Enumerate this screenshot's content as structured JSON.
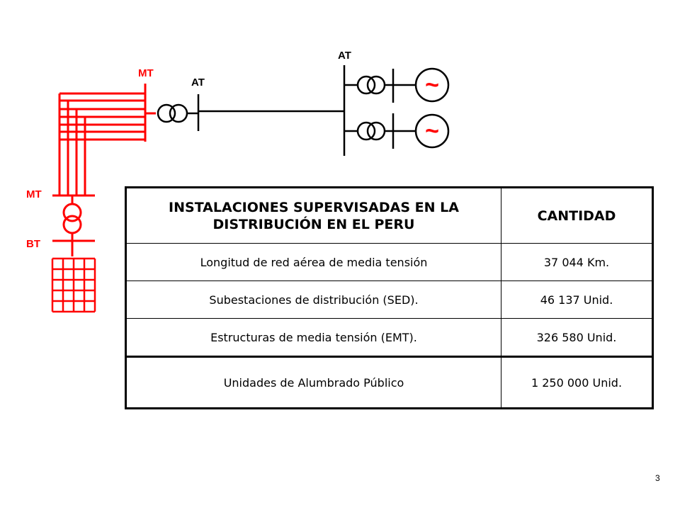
{
  "diagram": {
    "labels": {
      "mt_top": "MT",
      "at_left": "AT",
      "at_top": "AT",
      "mt_side": "MT",
      "bt": "BT",
      "generator_symbol": "~"
    },
    "colors": {
      "low_voltage_red": "#ff0000",
      "high_voltage_black": "#000000"
    }
  },
  "table": {
    "header": {
      "item": "INSTALACIONES SUPERVISADAS EN LA DISTRIBUCIÓN EN EL PERU",
      "quantity": "CANTIDAD"
    },
    "rows": [
      {
        "item": "Longitud de red aérea de media tensión",
        "quantity": "37 044 Km."
      },
      {
        "item": "Subestaciones de distribución (SED).",
        "quantity": "46 137 Unid."
      },
      {
        "item": "Estructuras de media tensión (EMT).",
        "quantity": "326 580 Unid."
      },
      {
        "item": "Unidades de Alumbrado Público",
        "quantity": "1 250 000 Unid."
      }
    ]
  },
  "footer": {
    "page_number": "3"
  }
}
